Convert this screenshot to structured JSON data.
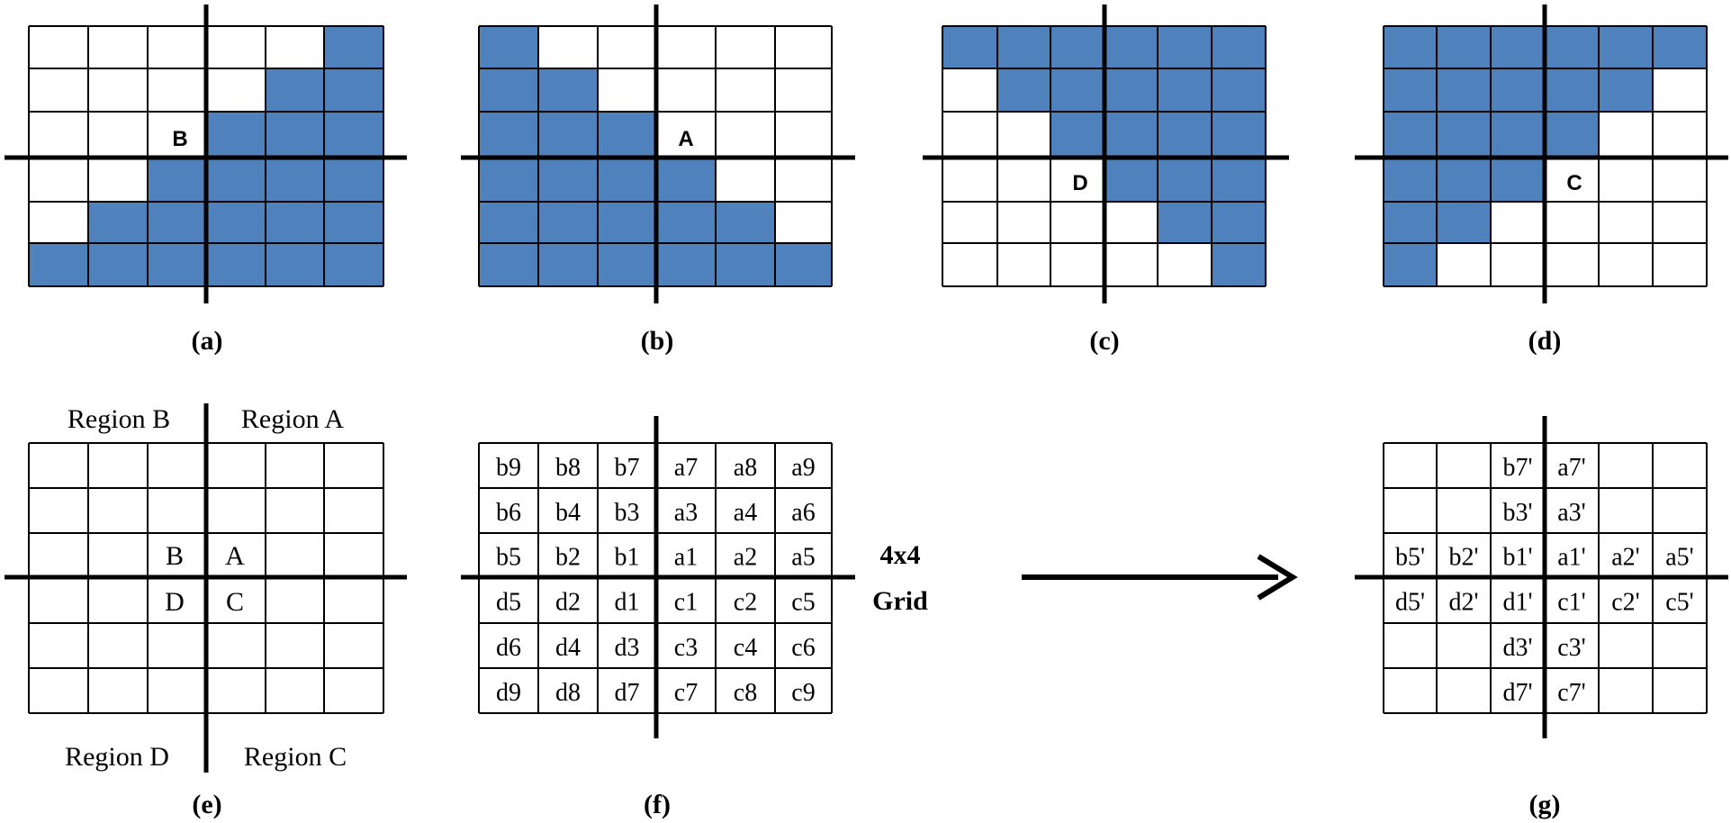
{
  "colors": {
    "fill": "#4f81bd",
    "line": "#000000",
    "background": "#ffffff"
  },
  "panels_top": [
    {
      "id": "a",
      "caption": "(a)",
      "quadrant_label": "B",
      "filled": [
        [
          0,
          0,
          0,
          0,
          0,
          1
        ],
        [
          0,
          0,
          0,
          0,
          1,
          1
        ],
        [
          0,
          0,
          0,
          1,
          1,
          1
        ],
        [
          0,
          0,
          1,
          1,
          1,
          1
        ],
        [
          0,
          1,
          1,
          1,
          1,
          1
        ],
        [
          1,
          1,
          1,
          1,
          1,
          1
        ]
      ]
    },
    {
      "id": "b",
      "caption": "(b)",
      "quadrant_label": "A",
      "filled": [
        [
          1,
          0,
          0,
          0,
          0,
          0
        ],
        [
          1,
          1,
          0,
          0,
          0,
          0
        ],
        [
          1,
          1,
          1,
          0,
          0,
          0
        ],
        [
          1,
          1,
          1,
          1,
          0,
          0
        ],
        [
          1,
          1,
          1,
          1,
          1,
          0
        ],
        [
          1,
          1,
          1,
          1,
          1,
          1
        ]
      ]
    },
    {
      "id": "c",
      "caption": "(c)",
      "quadrant_label": "D",
      "filled": [
        [
          1,
          1,
          1,
          1,
          1,
          1
        ],
        [
          0,
          1,
          1,
          1,
          1,
          1
        ],
        [
          0,
          0,
          1,
          1,
          1,
          1
        ],
        [
          0,
          0,
          0,
          1,
          1,
          1
        ],
        [
          0,
          0,
          0,
          0,
          1,
          1
        ],
        [
          0,
          0,
          0,
          0,
          0,
          1
        ]
      ]
    },
    {
      "id": "d",
      "caption": "(d)",
      "quadrant_label": "C",
      "filled": [
        [
          1,
          1,
          1,
          1,
          1,
          1
        ],
        [
          1,
          1,
          1,
          1,
          1,
          0
        ],
        [
          1,
          1,
          1,
          1,
          0,
          0
        ],
        [
          1,
          1,
          1,
          0,
          0,
          0
        ],
        [
          1,
          1,
          0,
          0,
          0,
          0
        ],
        [
          1,
          0,
          0,
          0,
          0,
          0
        ]
      ]
    }
  ],
  "panel_e": {
    "caption": "(e)",
    "region_labels": {
      "top_left": "Region B",
      "top_right": "Region A",
      "bottom_left": "Region D",
      "bottom_right": "Region C"
    },
    "quadrant_labels": {
      "top_left": "B",
      "top_right": "A",
      "bottom_left": "D",
      "bottom_right": "C"
    }
  },
  "panel_f": {
    "caption": "(f)",
    "side_label_line1": "4x4",
    "side_label_line2": "Grid",
    "cells": [
      [
        "b9",
        "b8",
        "b7",
        "a7",
        "a8",
        "a9"
      ],
      [
        "b6",
        "b4",
        "b3",
        "a3",
        "a4",
        "a6"
      ],
      [
        "b5",
        "b2",
        "b1",
        "a1",
        "a2",
        "a5"
      ],
      [
        "d5",
        "d2",
        "d1",
        "c1",
        "c2",
        "c5"
      ],
      [
        "d6",
        "d4",
        "d3",
        "c3",
        "c4",
        "c6"
      ],
      [
        "d9",
        "d8",
        "d7",
        "c7",
        "c8",
        "c9"
      ]
    ]
  },
  "panel_g": {
    "caption": "(g)",
    "cells": [
      [
        "",
        "",
        "b7'",
        "a7'",
        "",
        ""
      ],
      [
        "",
        "",
        "b3'",
        "a3'",
        "",
        ""
      ],
      [
        "b5'",
        "b2'",
        "b1'",
        "a1'",
        "a2'",
        "a5'"
      ],
      [
        "d5'",
        "d2'",
        "d1'",
        "c1'",
        "c2'",
        "c5'"
      ],
      [
        "",
        "",
        "d3'",
        "c3'",
        "",
        ""
      ],
      [
        "",
        "",
        "d7'",
        "c7'",
        "",
        ""
      ]
    ]
  }
}
